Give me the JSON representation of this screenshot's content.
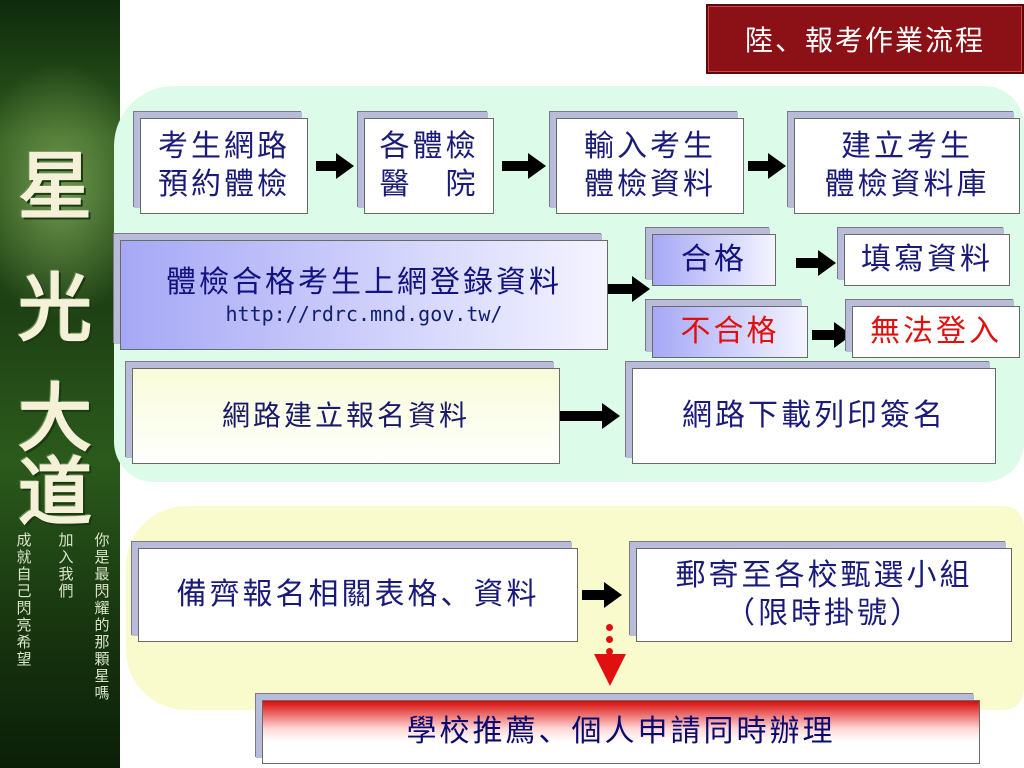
{
  "title": "陸、報考作業流程",
  "sidebar": {
    "big_chars": [
      "星",
      "光",
      "大",
      "道"
    ],
    "columns": [
      "你是最閃耀的那顆星嗎",
      "加入我們",
      "成就自己 閃亮希望"
    ]
  },
  "steps": {
    "s1": {
      "line1": "考生網路",
      "line2": "預約體檢"
    },
    "s2": {
      "line1": "各體檢",
      "line2": "醫　院"
    },
    "s3": {
      "line1": "輸入考生",
      "line2": "體檢資料"
    },
    "s4": {
      "line1": "建立考生",
      "line2": "體檢資料庫"
    },
    "login": {
      "label": "體檢合格考生上網登錄資料",
      "url": "http://rdrc.mnd.gov.tw/"
    },
    "pass": "合格",
    "fill": "填寫資料",
    "fail": "不合格",
    "no_login": "無法登入",
    "register": "網路建立報名資料",
    "print": "網路下載列印簽名",
    "prepare": "備齊報名相關表格、資料",
    "mail": {
      "line1": "郵寄至各校甄選小組",
      "line2": "（限時掛號）"
    },
    "final": "學校推薦、個人申請同時辦理"
  },
  "colors": {
    "title_bg": "#8c1116",
    "top_panel": "#dcfbe8",
    "bottom_panel": "#fafbcd",
    "fail_text": "#e01010",
    "down_arrow": "#e01010"
  }
}
